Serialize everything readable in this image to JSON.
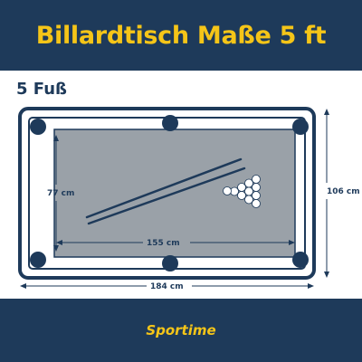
{
  "header": {
    "title": "Billardtisch Maße 5 ft"
  },
  "subtitle": "5 Fuß",
  "dimensions": {
    "width_outer": "184 cm",
    "height_outer": "106 cm",
    "width_inner": "155 cm",
    "height_inner": "77 cm"
  },
  "footer": {
    "brand": "Sportime"
  },
  "colors": {
    "navy": "#1e3a5a",
    "yellow": "#f5c518",
    "cloth": "#9aa1a8",
    "frame": "#ffffff"
  }
}
